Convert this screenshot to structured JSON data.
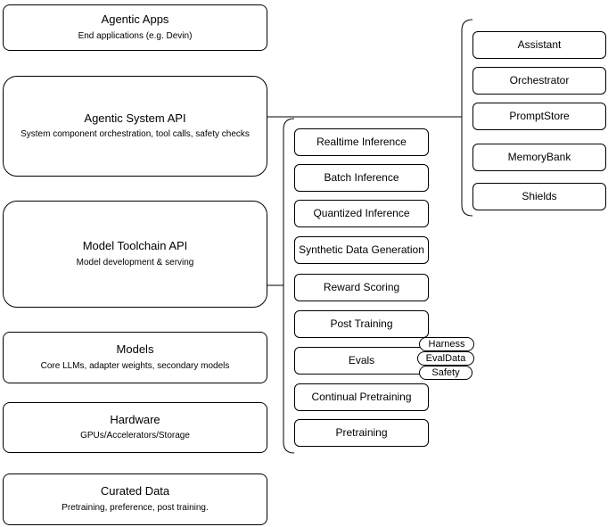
{
  "diagram": {
    "line_color": "#000000",
    "box_fill": "#ffffff",
    "layers": [
      {
        "title": "Agentic Apps",
        "subtitle": "End applications (e.g. Devin)"
      },
      {
        "title": "Agentic System API",
        "subtitle": "System component orchestration, tool calls, safety checks"
      },
      {
        "title": "Model Toolchain API",
        "subtitle": "Model development & serving"
      },
      {
        "title": "Models",
        "subtitle": "Core LLMs, adapter weights, secondary models"
      },
      {
        "title": "Hardware",
        "subtitle": "GPUs/Accelerators/Storage"
      },
      {
        "title": "Curated Data",
        "subtitle": "Pretraining, preference, post training."
      }
    ],
    "toolchain_items": [
      {
        "label": "Realtime Inference"
      },
      {
        "label": "Batch Inference"
      },
      {
        "label": "Quantized Inference"
      },
      {
        "label": "Synthetic Data Generation"
      },
      {
        "label": "Reward Scoring"
      },
      {
        "label": "Post Training"
      },
      {
        "label": "Evals"
      },
      {
        "label": "Continual Pretraining"
      },
      {
        "label": "Pretraining"
      }
    ],
    "evals_tags": [
      {
        "label": "Harness"
      },
      {
        "label": "EvalData"
      },
      {
        "label": "Safety"
      }
    ],
    "system_components": [
      {
        "label": "Assistant"
      },
      {
        "label": "Orchestrator"
      },
      {
        "label": "PromptStore"
      },
      {
        "label": "MemoryBank"
      },
      {
        "label": "Shields"
      }
    ]
  }
}
